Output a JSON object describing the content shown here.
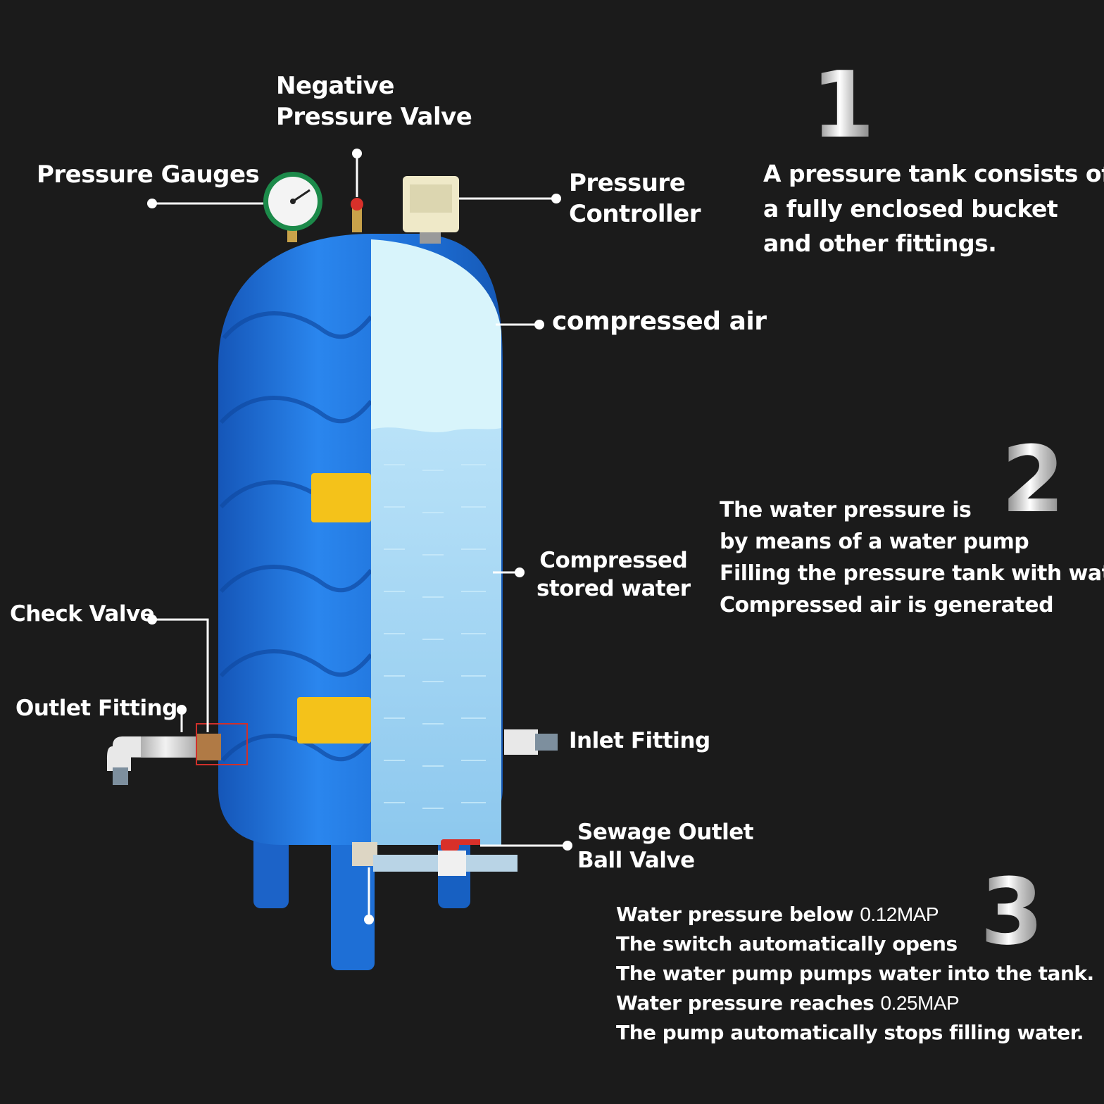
{
  "labels": {
    "negative_valve": [
      "Negative",
      "Pressure Valve"
    ],
    "pressure_gauges": "Pressure Gauges",
    "pressure_controller": [
      "Pressure",
      "Controller"
    ],
    "compressed_air": "compressed air",
    "compressed_water": [
      "Compressed",
      "stored water"
    ],
    "check_valve": "Check Valve",
    "outlet_fitting": "Outlet Fitting",
    "inlet_fitting": "Inlet Fitting",
    "sewage_outlet": [
      "Sewage Outlet",
      "Ball Valve"
    ]
  },
  "steps": [
    {
      "number": "1",
      "lines": [
        "A pressure tank consists of",
        "a fully enclosed bucket",
        "and other fittings."
      ]
    },
    {
      "number": "2",
      "lines": [
        "The water pressure is",
        "by means of a water pump",
        "Filling the pressure tank with water",
        "Compressed air is generated"
      ]
    },
    {
      "number": "3",
      "lines": [
        "Water pressure below",
        "The switch automatically opens",
        "The water pump pumps water into the tank.",
        "Water pressure reaches",
        "The pump automatically stops filling water."
      ],
      "low_value": "0.12MAP",
      "high_value": "0.25MAP"
    }
  ],
  "colors": {
    "background": "#1b1b1b",
    "tank_blue": "#1e6fd6",
    "air": "#d8f4fb",
    "water": "#a8d8f5",
    "label_plate": "#f4c21a"
  }
}
